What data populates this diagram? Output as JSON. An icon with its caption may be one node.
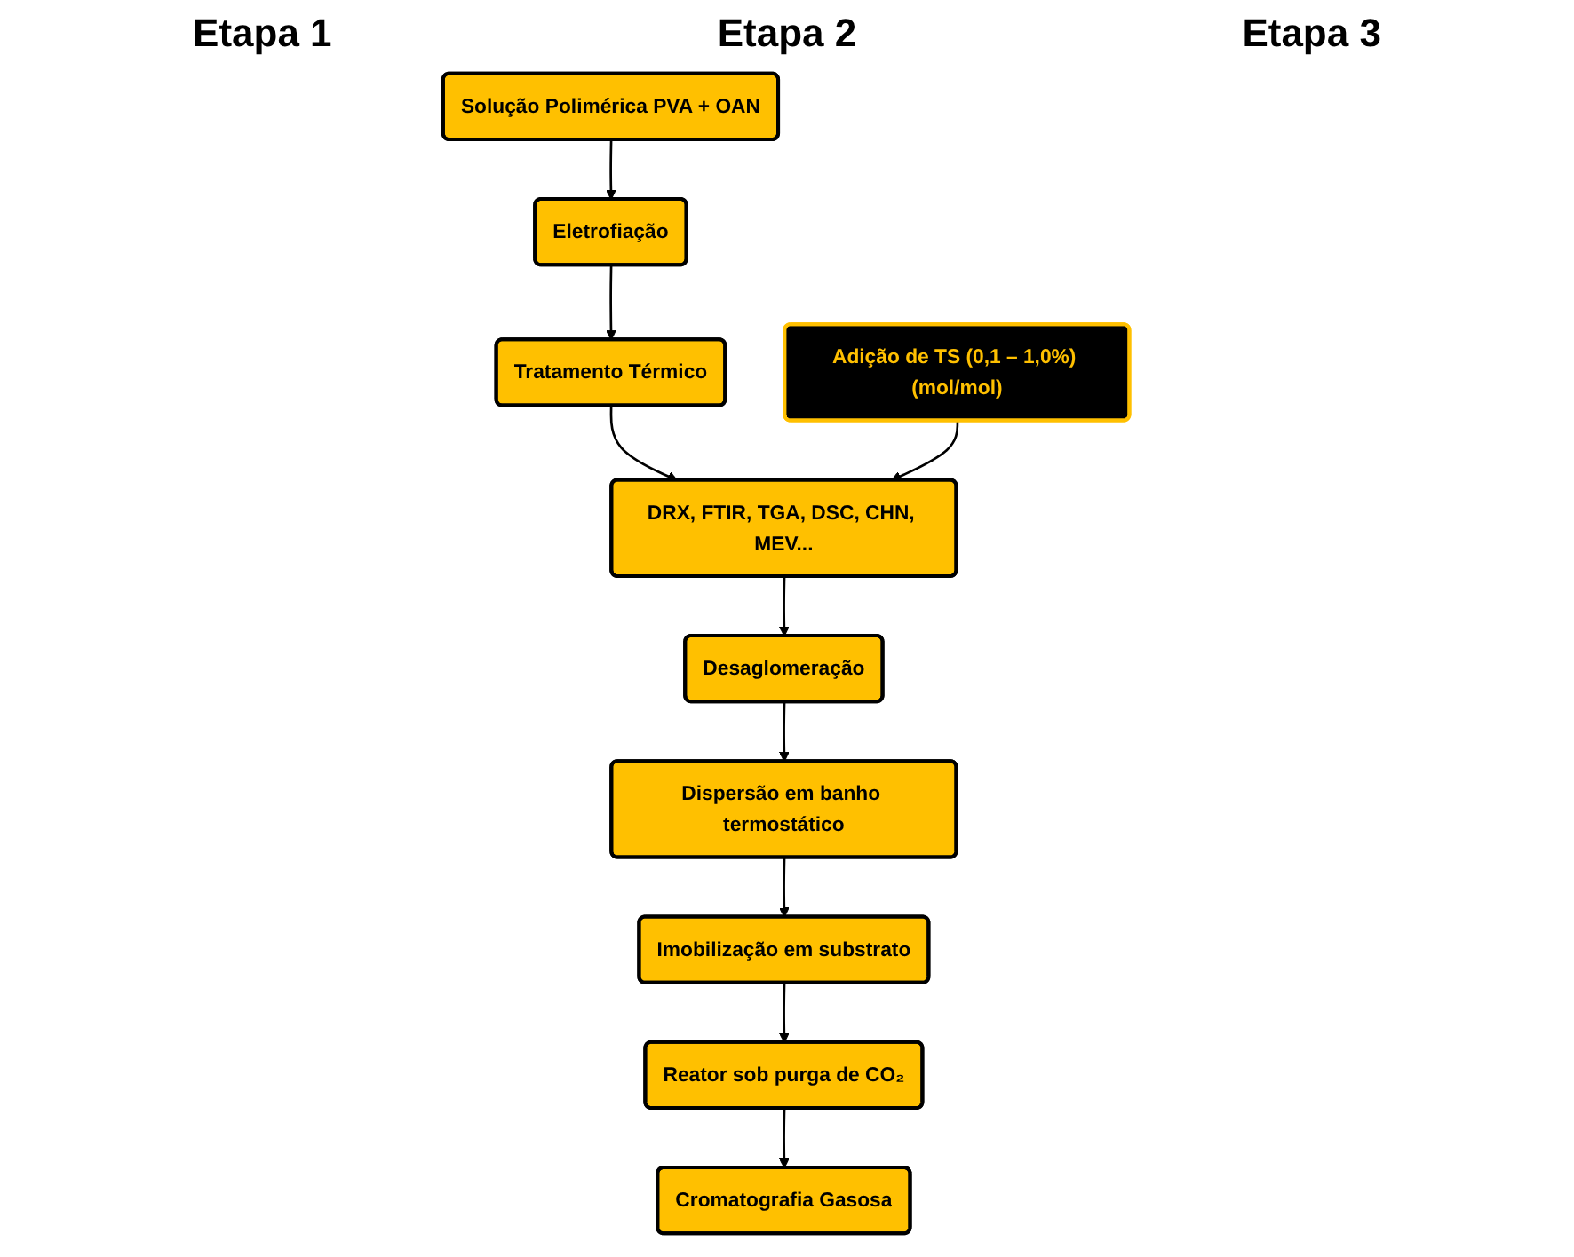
{
  "diagram": {
    "nodes": [
      {
        "text": [
          "Solução Polimérica PVA + OAN"
        ]
      },
      {
        "text": [
          "Eletrofiação"
        ]
      },
      {
        "text": [
          "Tratamento Térmico"
        ]
      },
      {
        "text": [
          "DRX, FTIR, TGA, DSC, CHN, MEV..."
        ]
      },
      {
        "text": [
          "Adição de TS (0,1 – 1,0%) (mol/mol)"
        ]
      },
      {
        "text": [
          "Desaglomeração"
        ]
      },
      {
        "text": [
          "Dispersão em banho termostático"
        ]
      },
      {
        "text": [
          "Imobilização em substrato"
        ]
      },
      {
        "text": [
          "Reator sob purga de CO₂"
        ]
      },
      {
        "text": [
          "Cromatografia Gasosa"
        ]
      }
    ],
    "edges": [
      {
        "from": 0,
        "to": 1,
        "arrow": "to"
      },
      {
        "from": 1,
        "to": 2,
        "arrow": "to"
      },
      {
        "from": 2,
        "to": 3,
        "arrow": "to"
      },
      {
        "from": 4,
        "to": 3,
        "arrow": "to"
      },
      {
        "from": 3,
        "to": 5,
        "arrow": "to"
      },
      {
        "from": 5,
        "to": 6,
        "arrow": "to"
      },
      {
        "from": 6,
        "to": 7,
        "arrow": "to"
      },
      {
        "from": 7,
        "to": 8,
        "arrow": "to"
      },
      {
        "from": 8,
        "to": 9,
        "arrow": "to"
      }
    ],
    "labels": [
      "Etapa 1",
      "Etapa 2",
      "Etapa 3"
    ]
  }
}
